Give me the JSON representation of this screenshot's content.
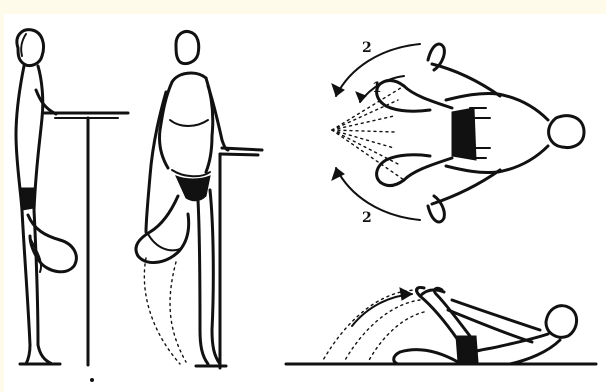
{
  "figures": [
    {
      "id": "standing-side",
      "icon": "standing-quad-stretch-side-view"
    },
    {
      "id": "standing-front",
      "icon": "standing-quad-stretch-front-view"
    },
    {
      "id": "lying-top",
      "icon": "lying-leg-circles-top-view"
    },
    {
      "id": "lying-side",
      "icon": "seated-leg-raise-side-view"
    }
  ],
  "arrow_labels": {
    "top_upper": "2",
    "top_inner": "1",
    "top_lower": "2"
  },
  "colors": {
    "ink": "#111111",
    "paper": "#ffffff",
    "band": "#fffbea"
  }
}
